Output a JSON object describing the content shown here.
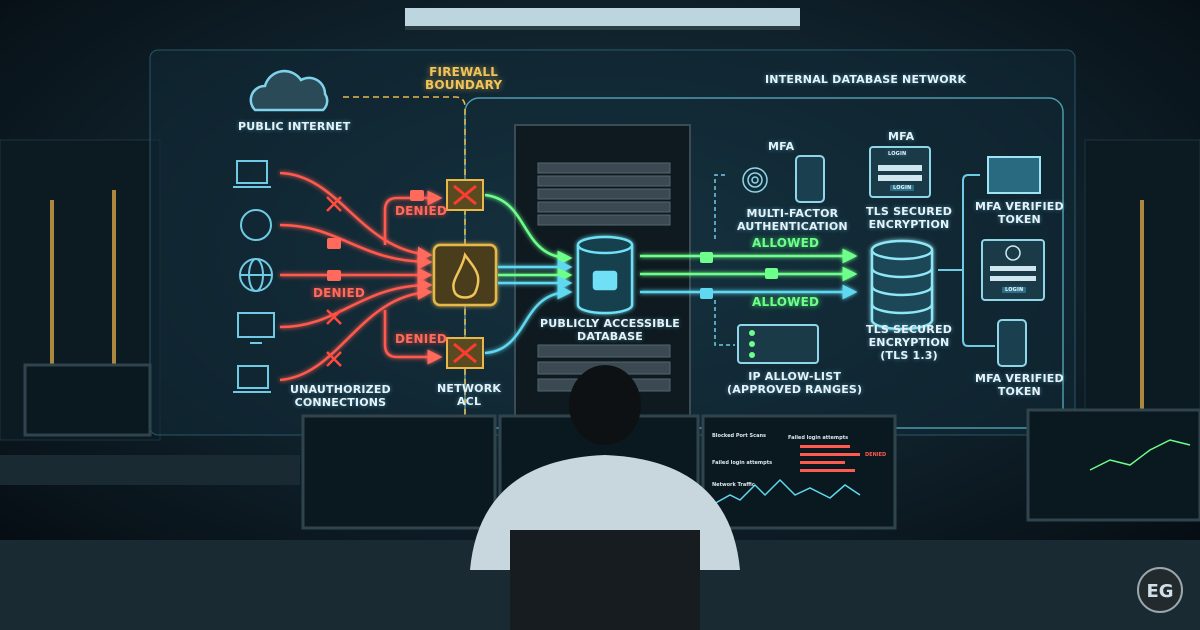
{
  "diagram": {
    "public_internet": "PUBLIC INTERNET",
    "firewall_boundary": [
      "FIREWALL",
      "BOUNDARY"
    ],
    "internal_network": "INTERNAL DATABASE NETWORK",
    "denied_top": "DENIED",
    "denied_middle": "DENIED",
    "denied_bottom": "DENIED",
    "unauthorized": [
      "UNAUTHORIZED",
      "CONNECTIONS"
    ],
    "network_acl": [
      "NETWORK",
      "ACL"
    ],
    "public_db": [
      "PUBLICLY ACCESSIBLE",
      "DATABASE"
    ],
    "allowed_top": "ALLOWED",
    "allowed_bottom": "ALLOWED",
    "mfa_left_title": "MFA",
    "mfa_left_caption": [
      "MULTI-FACTOR",
      "AUTHENTICATION"
    ],
    "mfa_center_title": "MFA",
    "login_label": "LOGIN",
    "login_button": "LOGIN",
    "tls_top": [
      "TLS SECURED",
      "ENCRYPTION"
    ],
    "tls_db": [
      "TLS SECURED",
      "ENCRYPTION",
      "(TLS 1.3)"
    ],
    "ip_allow_list": [
      "IP ALLOW-LIST",
      "(APPROVED RANGES)"
    ],
    "mfa_token_top": [
      "MFA VERIFIED",
      "TOKEN"
    ],
    "mfa_token_bottom": [
      "MFA VERIFIED",
      "TOKEN"
    ],
    "side_login_button": "LOGIN"
  },
  "monitors": {
    "blocked_scans": "Blocked Port Scans",
    "failed_logins_a": "Failed login attempts",
    "failed_logins_b": "Failed login attempts",
    "network_traffic": "Network Traffic",
    "denied_badge": "DENIED"
  },
  "logo": {
    "text": "EG"
  },
  "colors": {
    "denied": "#ff5a4e",
    "allowed": "#5dff7e",
    "cyan": "#5fd8f0",
    "firewall": "#e8b84a"
  }
}
